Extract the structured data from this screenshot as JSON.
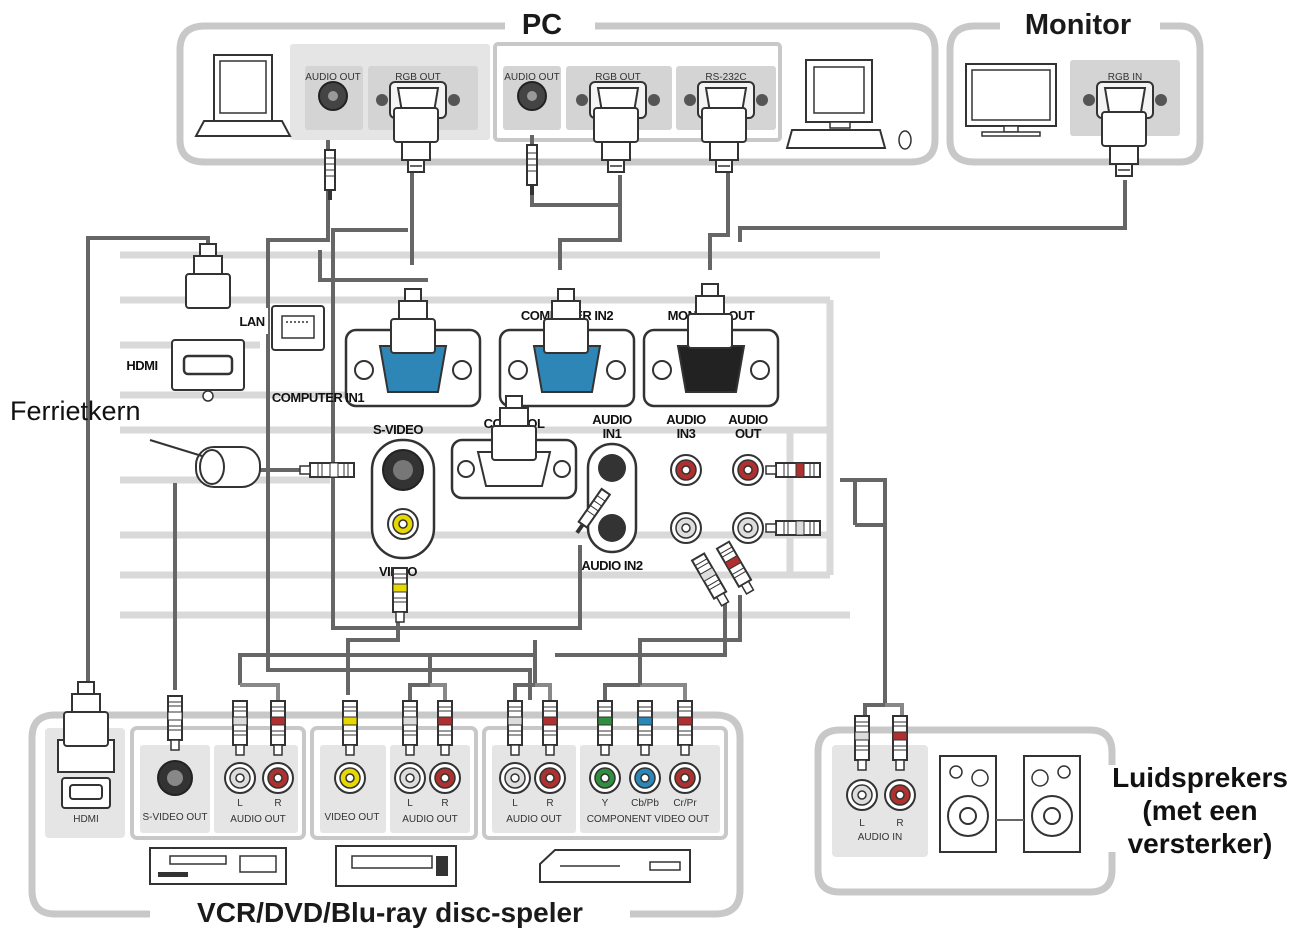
{
  "groups": {
    "pc": "PC",
    "monitor": "Monitor",
    "speakers": [
      "Luidsprekers",
      "(met een",
      "versterker)"
    ],
    "players": "VCR/DVD/Blu-ray disc-speler"
  },
  "callouts": {
    "ferrite": "Ferrietkern"
  },
  "pc_ports": {
    "laptop_audio_out": "AUDIO OUT",
    "laptop_rgb_out": "RGB OUT",
    "desktop_audio_out": "AUDIO OUT",
    "desktop_rgb_out": "RGB OUT",
    "desktop_rs232c": "RS-232C"
  },
  "monitor_ports": {
    "rgb_in": "RGB IN"
  },
  "projector_ports": {
    "lan": "LAN",
    "hdmi": "HDMI",
    "computer_in1": "COMPUTER IN1",
    "computer_in2": "COMPUTER IN2",
    "monitor_out": "MONITOR OUT",
    "s_video": "S-VIDEO",
    "control": "CONTROL",
    "audio_in1": [
      "AUDIO",
      "IN1"
    ],
    "audio_in3": [
      "AUDIO",
      "IN3"
    ],
    "audio_out": [
      "AUDIO",
      "OUT"
    ],
    "video": "VIDEO",
    "audio_in2": "AUDIO IN2"
  },
  "player_ports": {
    "hdmi": "HDMI",
    "s_video_out": "S-VIDEO OUT",
    "l": "L",
    "r": "R",
    "audio_out": "AUDIO OUT",
    "video_out": "VIDEO OUT",
    "y": "Y",
    "cb_pb": "Cb/Pb",
    "cr_pr": "Cr/Pr",
    "component_video_out": "COMPONENT VIDEO OUT"
  },
  "speaker_ports": {
    "l": "L",
    "r": "R",
    "audio_in": "AUDIO IN"
  },
  "colors": {
    "red": "#b03030",
    "white": "#dddddd",
    "yellow": "#e6d800",
    "green": "#2f8f3f",
    "blue": "#2a88b8",
    "vga_blue": "#2e86b6",
    "black": "#222222"
  }
}
